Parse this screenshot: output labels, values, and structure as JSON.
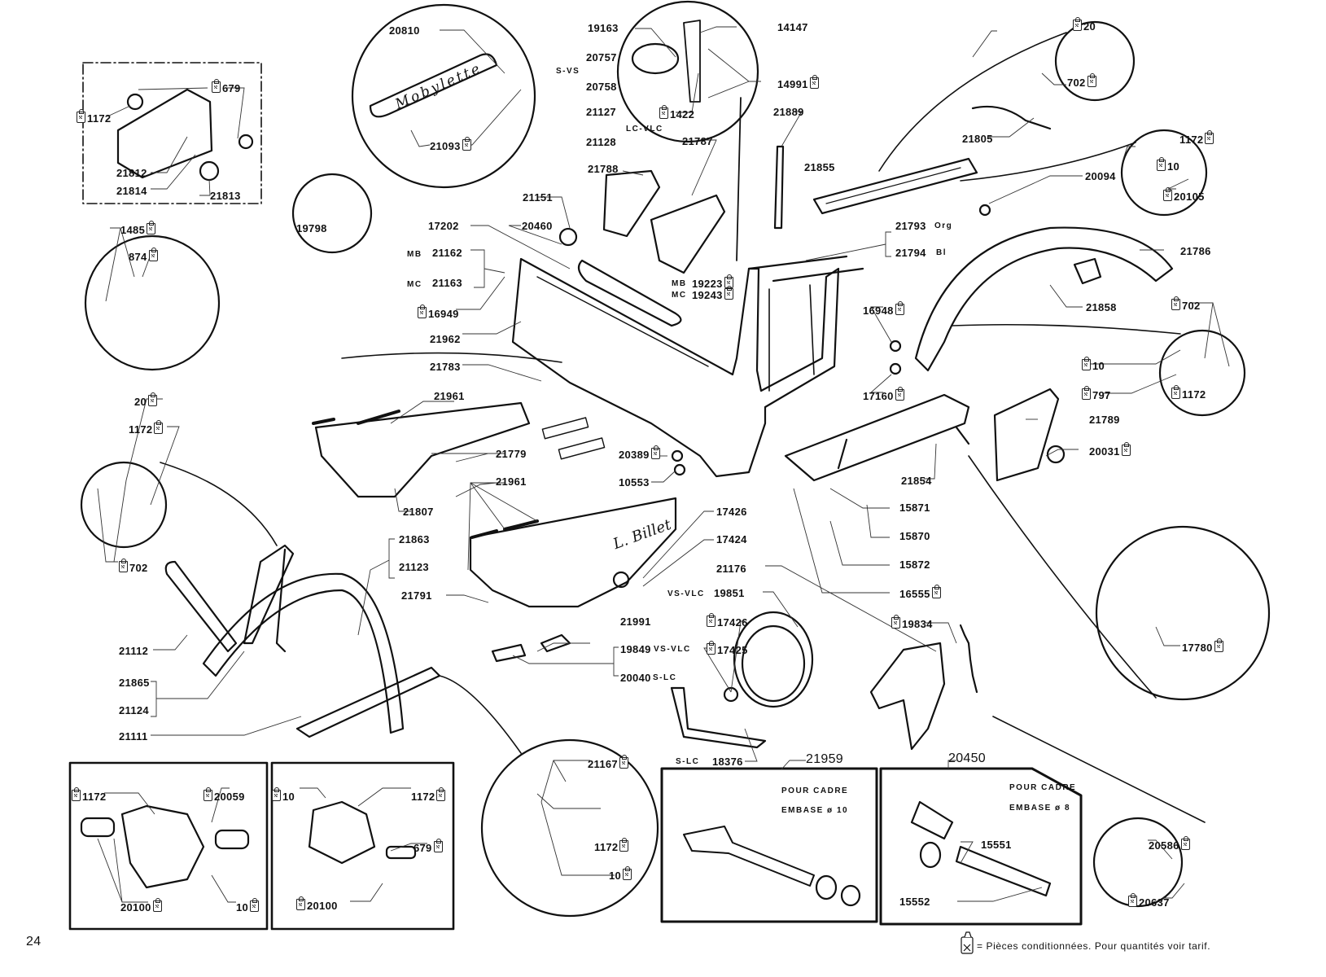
{
  "page": {
    "page_number": "24",
    "legend_text": "= Pièces conditionnées. Pour quantités voir tarif.",
    "legend_icon": "packaged-parts-bag-icon"
  },
  "emblem": {
    "brand_text": "Mobylette",
    "signature_text": "L. Billet"
  },
  "labels": [
    {
      "id": "20810",
      "text": "20810",
      "bag": false
    },
    {
      "id": "21093",
      "text": "21093",
      "bag": true,
      "bag_side": "right"
    },
    {
      "id": "s-vs",
      "text": "S-VS",
      "small": true
    },
    {
      "id": "20757",
      "text": "20757"
    },
    {
      "id": "20758",
      "text": "20758"
    },
    {
      "id": "21127",
      "text": "21127"
    },
    {
      "id": "21128",
      "text": "21128"
    },
    {
      "id": "lc-vlc",
      "text": "LC-VLC",
      "small": true
    },
    {
      "id": "19163",
      "text": "19163"
    },
    {
      "id": "14147",
      "text": "14147"
    },
    {
      "id": "14991",
      "text": "14991",
      "bag": true,
      "bag_side": "right"
    },
    {
      "id": "1422",
      "text": "1422",
      "bag": true,
      "bag_side": "left"
    },
    {
      "id": "21889",
      "text": "21889"
    },
    {
      "id": "21787",
      "text": "21787"
    },
    {
      "id": "21788",
      "text": "21788"
    },
    {
      "id": "679-top",
      "text": "679",
      "bag": true,
      "bag_side": "left"
    },
    {
      "id": "1172-top",
      "text": "1172",
      "bag": true,
      "bag_side": "left"
    },
    {
      "id": "21812",
      "text": "21812"
    },
    {
      "id": "21814",
      "text": "21814"
    },
    {
      "id": "21813",
      "text": "21813"
    },
    {
      "id": "19798",
      "text": "19798"
    },
    {
      "id": "1485",
      "text": "1485",
      "bag": true,
      "bag_side": "right"
    },
    {
      "id": "874",
      "text": "874",
      "bag": true,
      "bag_side": "right"
    },
    {
      "id": "21151",
      "text": "21151"
    },
    {
      "id": "17202",
      "text": "17202"
    },
    {
      "id": "20460",
      "text": "20460"
    },
    {
      "id": "mb-1",
      "text": "MB",
      "small": true
    },
    {
      "id": "21162",
      "text": "21162"
    },
    {
      "id": "mc-1",
      "text": "MC",
      "small": true
    },
    {
      "id": "21163",
      "text": "21163"
    },
    {
      "id": "16949",
      "text": "16949",
      "bag": true,
      "bag_side": "left"
    },
    {
      "id": "21962",
      "text": "21962"
    },
    {
      "id": "21783",
      "text": "21783"
    },
    {
      "id": "mb-2",
      "text": "MB",
      "small": true
    },
    {
      "id": "19223",
      "text": "19223",
      "bag": true,
      "bag_side": "right"
    },
    {
      "id": "mc-2",
      "text": "MC",
      "small": true
    },
    {
      "id": "19243",
      "text": "19243",
      "bag": true,
      "bag_side": "right"
    },
    {
      "id": "21793",
      "text": "21793"
    },
    {
      "id": "org",
      "text": "Org",
      "small": true
    },
    {
      "id": "21794",
      "text": "21794"
    },
    {
      "id": "bl",
      "text": "Bl",
      "small": true
    },
    {
      "id": "20-top",
      "text": "20",
      "bag": true,
      "bag_side": "left"
    },
    {
      "id": "702-top",
      "text": "702",
      "bag": true,
      "bag_side": "right"
    },
    {
      "id": "21805",
      "text": "21805"
    },
    {
      "id": "21855",
      "text": "21855"
    },
    {
      "id": "20094",
      "text": "20094"
    },
    {
      "id": "1172-right",
      "text": "1172",
      "bag": true,
      "bag_side": "right"
    },
    {
      "id": "10-right",
      "text": "10",
      "bag": true,
      "bag_side": "left"
    },
    {
      "id": "20105",
      "text": "20105",
      "bag": true,
      "bag_side": "left"
    },
    {
      "id": "21786",
      "text": "21786"
    },
    {
      "id": "21858",
      "text": "21858"
    },
    {
      "id": "16948",
      "text": "16948",
      "bag": true,
      "bag_side": "right"
    },
    {
      "id": "17160",
      "text": "17160",
      "bag": true,
      "bag_side": "right"
    },
    {
      "id": "702-right",
      "text": "702",
      "bag": true,
      "bag_side": "left"
    },
    {
      "id": "10-right2",
      "text": "10",
      "bag": true,
      "bag_side": "left"
    },
    {
      "id": "797",
      "text": "797",
      "bag": true,
      "bag_side": "left"
    },
    {
      "id": "1172-right2",
      "text": "1172",
      "bag": true,
      "bag_side": "left"
    },
    {
      "id": "21789",
      "text": "21789"
    },
    {
      "id": "20031",
      "text": "20031",
      "bag": true,
      "bag_side": "right"
    },
    {
      "id": "21961-a",
      "text": "21961"
    },
    {
      "id": "21807",
      "text": "21807"
    },
    {
      "id": "21779",
      "text": "21779"
    },
    {
      "id": "20389",
      "text": "20389",
      "bag": true,
      "bag_side": "right"
    },
    {
      "id": "10553",
      "text": "10553"
    },
    {
      "id": "21854",
      "text": "21854"
    },
    {
      "id": "15871",
      "text": "15871"
    },
    {
      "id": "15870",
      "text": "15870"
    },
    {
      "id": "15872",
      "text": "15872"
    },
    {
      "id": "16555",
      "text": "16555",
      "bag": true,
      "bag_side": "right"
    },
    {
      "id": "20-left",
      "text": "20",
      "bag": true,
      "bag_side": "right"
    },
    {
      "id": "1172-left",
      "text": "1172",
      "bag": true,
      "bag_side": "right"
    },
    {
      "id": "702-left",
      "text": "702",
      "bag": true,
      "bag_side": "left"
    },
    {
      "id": "21961-b",
      "text": "21961"
    },
    {
      "id": "17426-a",
      "text": "17426"
    },
    {
      "id": "17424",
      "text": "17424"
    },
    {
      "id": "21863",
      "text": "21863"
    },
    {
      "id": "21123",
      "text": "21123"
    },
    {
      "id": "21791",
      "text": "21791"
    },
    {
      "id": "21176",
      "text": "21176"
    },
    {
      "id": "vs-vlc-1",
      "text": "VS-VLC",
      "small": true
    },
    {
      "id": "19851",
      "text": "19851"
    },
    {
      "id": "17426-b",
      "text": "17426",
      "bag": true,
      "bag_side": "left"
    },
    {
      "id": "17425",
      "text": "17425",
      "bag": true,
      "bag_side": "left"
    },
    {
      "id": "21991",
      "text": "21991"
    },
    {
      "id": "19849",
      "text": "19849"
    },
    {
      "id": "vs-vlc-2",
      "text": "VS-VLC",
      "small": true
    },
    {
      "id": "20040",
      "text": "20040"
    },
    {
      "id": "s-lc-1",
      "text": "S-LC",
      "small": true
    },
    {
      "id": "19834",
      "text": "19834",
      "bag": true,
      "bag_side": "left"
    },
    {
      "id": "17780",
      "text": "17780",
      "bag": true,
      "bag_side": "right"
    },
    {
      "id": "21112",
      "text": "21112"
    },
    {
      "id": "21865",
      "text": "21865"
    },
    {
      "id": "21124",
      "text": "21124"
    },
    {
      "id": "21111",
      "text": "21111"
    },
    {
      "id": "s-lc-2",
      "text": "S-LC",
      "small": true
    },
    {
      "id": "18376",
      "text": "18376"
    },
    {
      "id": "1172-box1",
      "text": "1172",
      "bag": true,
      "bag_side": "left"
    },
    {
      "id": "20059",
      "text": "20059",
      "bag": true,
      "bag_side": "left"
    },
    {
      "id": "20100-box1",
      "text": "20100",
      "bag": true,
      "bag_side": "right"
    },
    {
      "id": "10-box1",
      "text": "10",
      "bag": true,
      "bag_side": "right"
    },
    {
      "id": "10-box2",
      "text": "10",
      "bag": true,
      "bag_side": "left"
    },
    {
      "id": "1172-box2",
      "text": "1172",
      "bag": true,
      "bag_side": "right"
    },
    {
      "id": "679-box2",
      "text": "679",
      "bag": true,
      "bag_side": "right"
    },
    {
      "id": "20100-box2",
      "text": "20100",
      "bag": true,
      "bag_side": "left"
    },
    {
      "id": "21167",
      "text": "21167",
      "bag": true,
      "bag_side": "right"
    },
    {
      "id": "1172-circle",
      "text": "1172",
      "bag": true,
      "bag_side": "right"
    },
    {
      "id": "10-circle",
      "text": "10",
      "bag": true,
      "bag_side": "right"
    },
    {
      "id": "21959",
      "text": "21959"
    },
    {
      "id": "pour-cadre-1",
      "text": "POUR CADRE",
      "small": true
    },
    {
      "id": "embase-10",
      "text": "EMBASE ø 10",
      "small": true
    },
    {
      "id": "20450",
      "text": "20450"
    },
    {
      "id": "pour-cadre-2",
      "text": "POUR CADRE",
      "small": true
    },
    {
      "id": "embase-8",
      "text": "EMBASE ø 8",
      "small": true
    },
    {
      "id": "15551",
      "text": "15551"
    },
    {
      "id": "15552",
      "text": "15552"
    },
    {
      "id": "20586",
      "text": "20586",
      "bag": true,
      "bag_side": "right"
    },
    {
      "id": "20637",
      "text": "20637",
      "bag": true,
      "bag_side": "left"
    }
  ]
}
